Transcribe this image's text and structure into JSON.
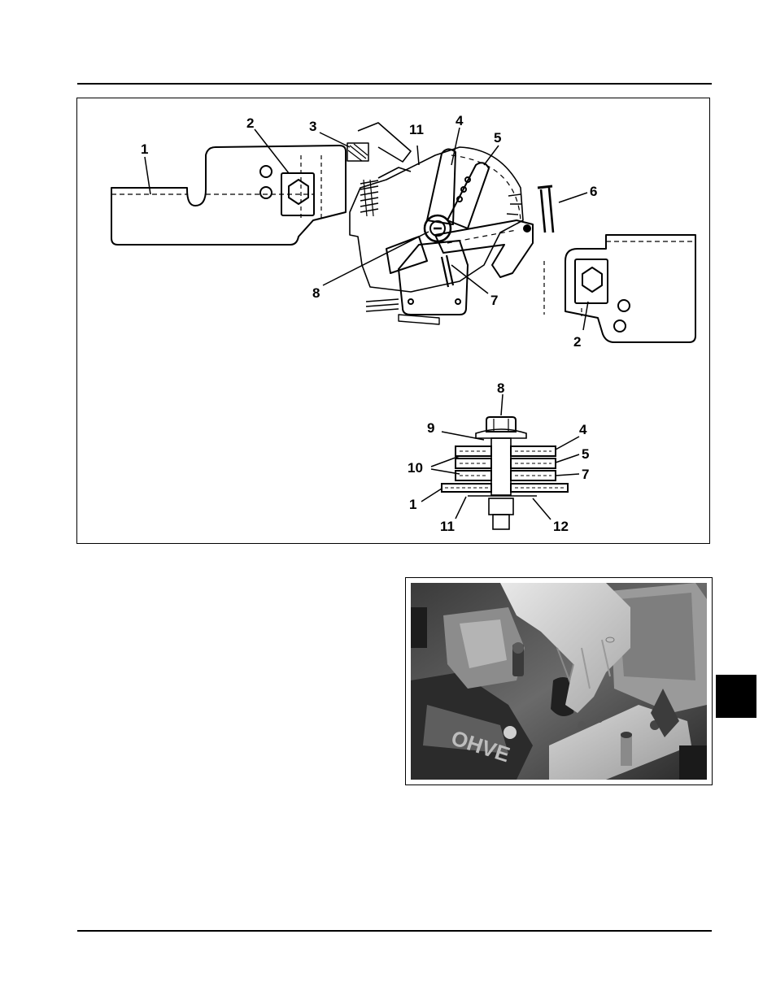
{
  "figure": {
    "top_view_callouts": [
      "1",
      "2",
      "3",
      "11",
      "4",
      "5",
      "6",
      "8",
      "7",
      "2"
    ],
    "stack_view_callouts": [
      "8",
      "9",
      "4",
      "10",
      "5",
      "7",
      "1",
      "11",
      "12"
    ]
  },
  "photo": {
    "engine_cover_text": "OHVE"
  },
  "colors": {
    "ink": "#000000",
    "paper": "#ffffff",
    "section_tab": "#000000"
  }
}
